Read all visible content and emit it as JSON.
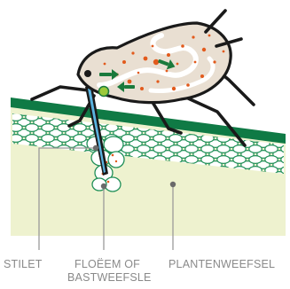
{
  "labels": {
    "stylet": "STILET",
    "phloem_line1": "FLOËEM OF",
    "phloem_line2": "BASTWEEFSLE",
    "plant_tissue": "PLANTENWEEFSEL"
  },
  "colors": {
    "plant_fill": "#eef2cf",
    "cell_border": "#1f8f57",
    "epidermis": "#0f7a45",
    "insect_body": "#e9dfd2",
    "outline": "#1a1a1a",
    "gut": "#ffffff",
    "sap_dots": "#e25a1c",
    "arrows": "#1a7a3c",
    "stylet_channel": "#5ab3e0",
    "pointer_lines": "#9a9a9a",
    "pointer_dots": "#6a6a6a",
    "label_text": "#8a8a8a"
  },
  "icons": [
    "aphid-illustration",
    "stylet",
    "plant-cell-grid",
    "flow-arrow-icon"
  ]
}
